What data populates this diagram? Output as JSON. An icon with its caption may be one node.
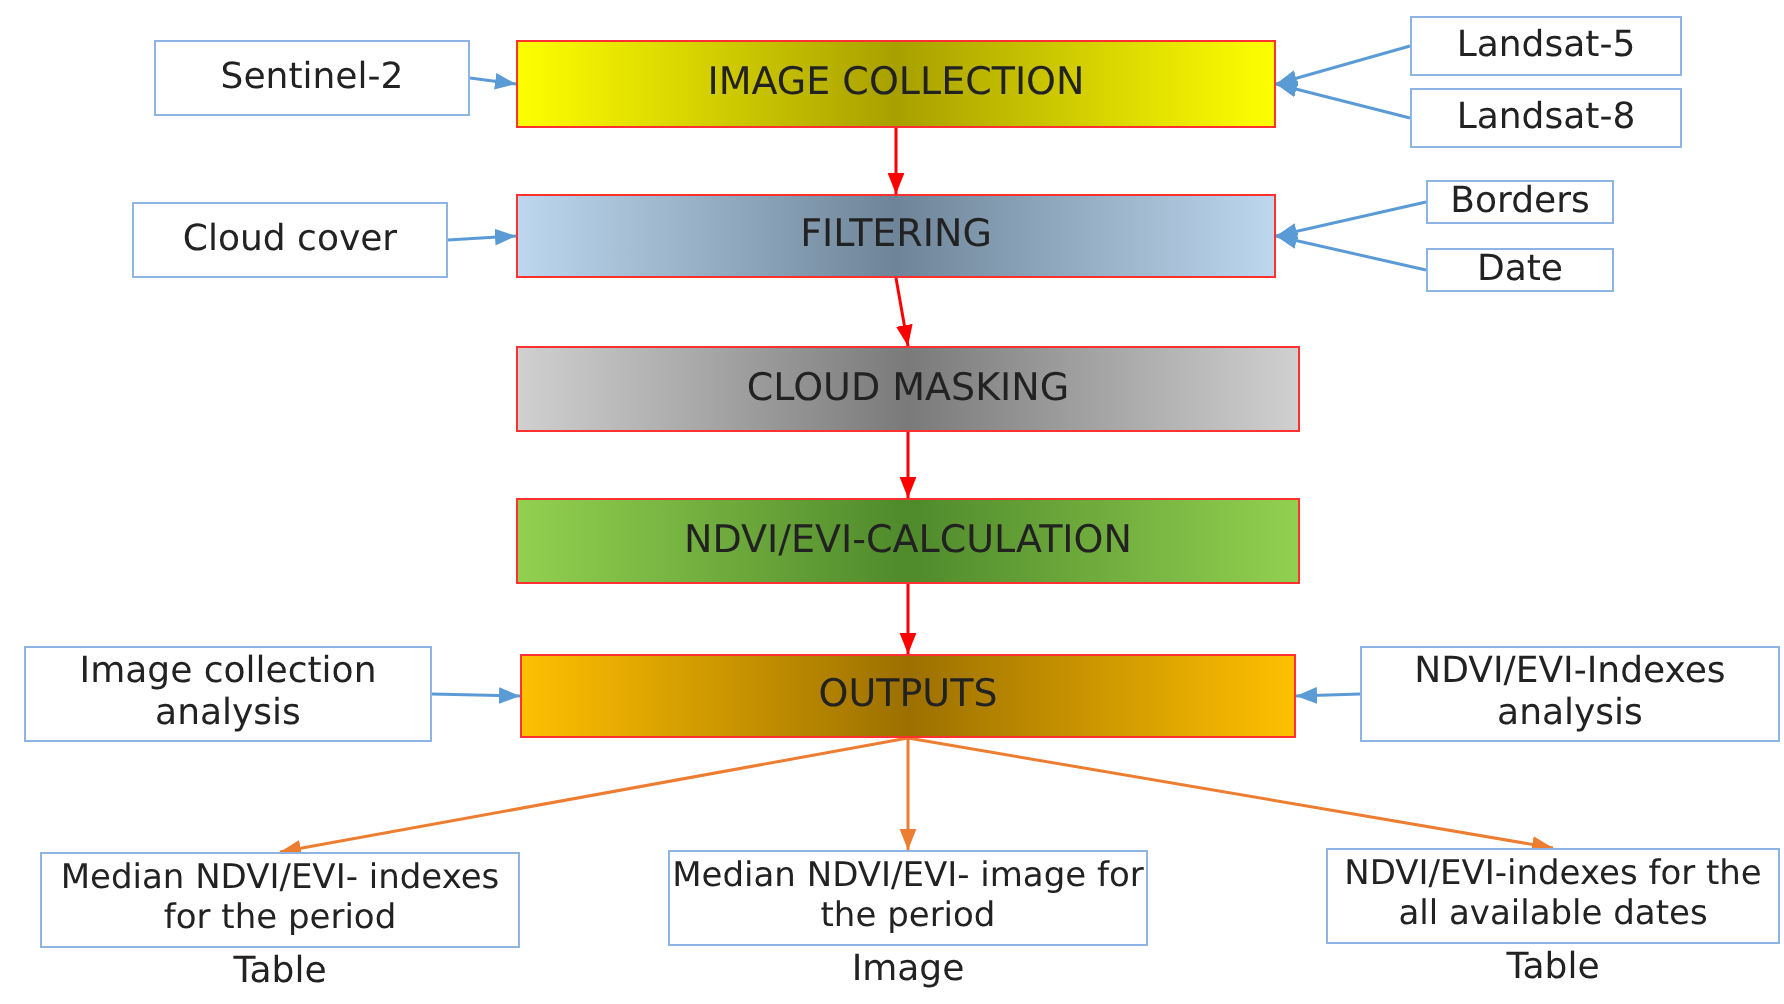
{
  "diagram": {
    "nodes": [
      {
        "text": [
          "IMAGE COLLECTION"
        ]
      },
      {
        "text": [
          "Sentinel-2"
        ]
      },
      {
        "text": [
          "Landsat-5"
        ]
      },
      {
        "text": [
          "Landsat-8"
        ]
      },
      {
        "text": [
          "FILTERING"
        ]
      },
      {
        "text": [
          "Cloud cover"
        ]
      },
      {
        "text": [
          "Borders"
        ]
      },
      {
        "text": [
          "Date"
        ]
      },
      {
        "text": [
          "CLOUD MASKING"
        ]
      },
      {
        "text": [
          "NDVI/EVI-CALCULATION"
        ]
      },
      {
        "text": [
          "OUTPUTS"
        ]
      },
      {
        "text": [
          "Image collection analysis"
        ]
      },
      {
        "text": [
          "NDVI/EVI-Indexes analysis"
        ]
      },
      {
        "text": [
          "Median NDVI/EVI- indexes for the period"
        ],
        "beside": [
          "Table"
        ]
      },
      {
        "text": [
          "Median NDVI/EVI- image for the period"
        ],
        "beside": [
          "Image"
        ]
      },
      {
        "text": [
          "NDVI/EVI-indexes for the all available dates"
        ],
        "beside": [
          "Table"
        ]
      }
    ],
    "edges": [
      {
        "from": 1,
        "to": 0,
        "arrow": "to"
      },
      {
        "from": 2,
        "to": 0,
        "arrow": "to"
      },
      {
        "from": 3,
        "to": 0,
        "arrow": "to"
      },
      {
        "from": 0,
        "to": 4,
        "arrow": "to",
        "color": "#ff0000"
      },
      {
        "from": 5,
        "to": 4,
        "arrow": "to"
      },
      {
        "from": 6,
        "to": 4,
        "arrow": "to"
      },
      {
        "from": 7,
        "to": 4,
        "arrow": "to"
      },
      {
        "from": 4,
        "to": 8,
        "arrow": "to",
        "color": "#ff0000"
      },
      {
        "from": 8,
        "to": 9,
        "arrow": "to",
        "color": "#ff0000"
      },
      {
        "from": 9,
        "to": 10,
        "arrow": "to",
        "color": "#ff0000"
      },
      {
        "from": 11,
        "to": 10,
        "arrow": "to"
      },
      {
        "from": 12,
        "to": 10,
        "arrow": "to"
      },
      {
        "from": 10,
        "to": 13,
        "arrow": "to",
        "color": "#ed7d31"
      },
      {
        "from": 10,
        "to": 14,
        "arrow": "to",
        "color": "#ed7d31"
      },
      {
        "from": 10,
        "to": 15,
        "arrow": "to",
        "color": "#ed7d31"
      }
    ]
  }
}
